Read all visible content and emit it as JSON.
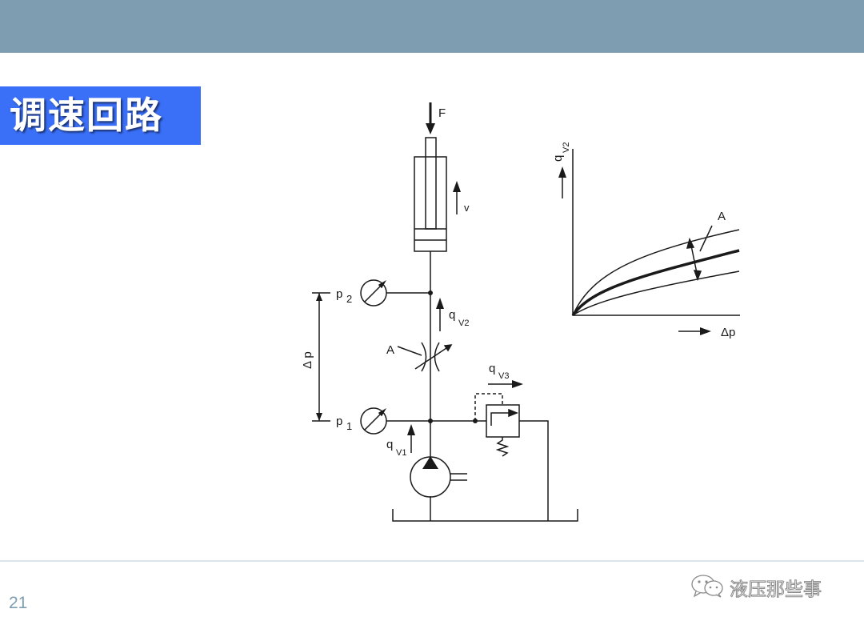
{
  "slide": {
    "title": "调速回路",
    "page_number": "21"
  },
  "watermark": {
    "text": "液压那些事",
    "icon": "wechat-icon"
  },
  "circuit": {
    "force_label": "F",
    "velocity_label": "v",
    "pressure2_label": "p",
    "pressure2_sub": "2",
    "pressure1_label": "p",
    "pressure1_sub": "1",
    "delta_p_label": "Δ p",
    "throttle_label": "A",
    "flow_v2_label": "q",
    "flow_v2_sub": "V2",
    "flow_v1_label": "q",
    "flow_v1_sub": "V1",
    "flow_v3_label": "q",
    "flow_v3_sub": "V3"
  },
  "graph": {
    "y_axis_label": "q",
    "y_axis_sub": "V2",
    "x_axis_label": "Δp",
    "curve_label": "A"
  },
  "colors": {
    "top_band": "#7f9db0",
    "title_box": "#3a6ff7",
    "line": "#1a1a1a"
  }
}
